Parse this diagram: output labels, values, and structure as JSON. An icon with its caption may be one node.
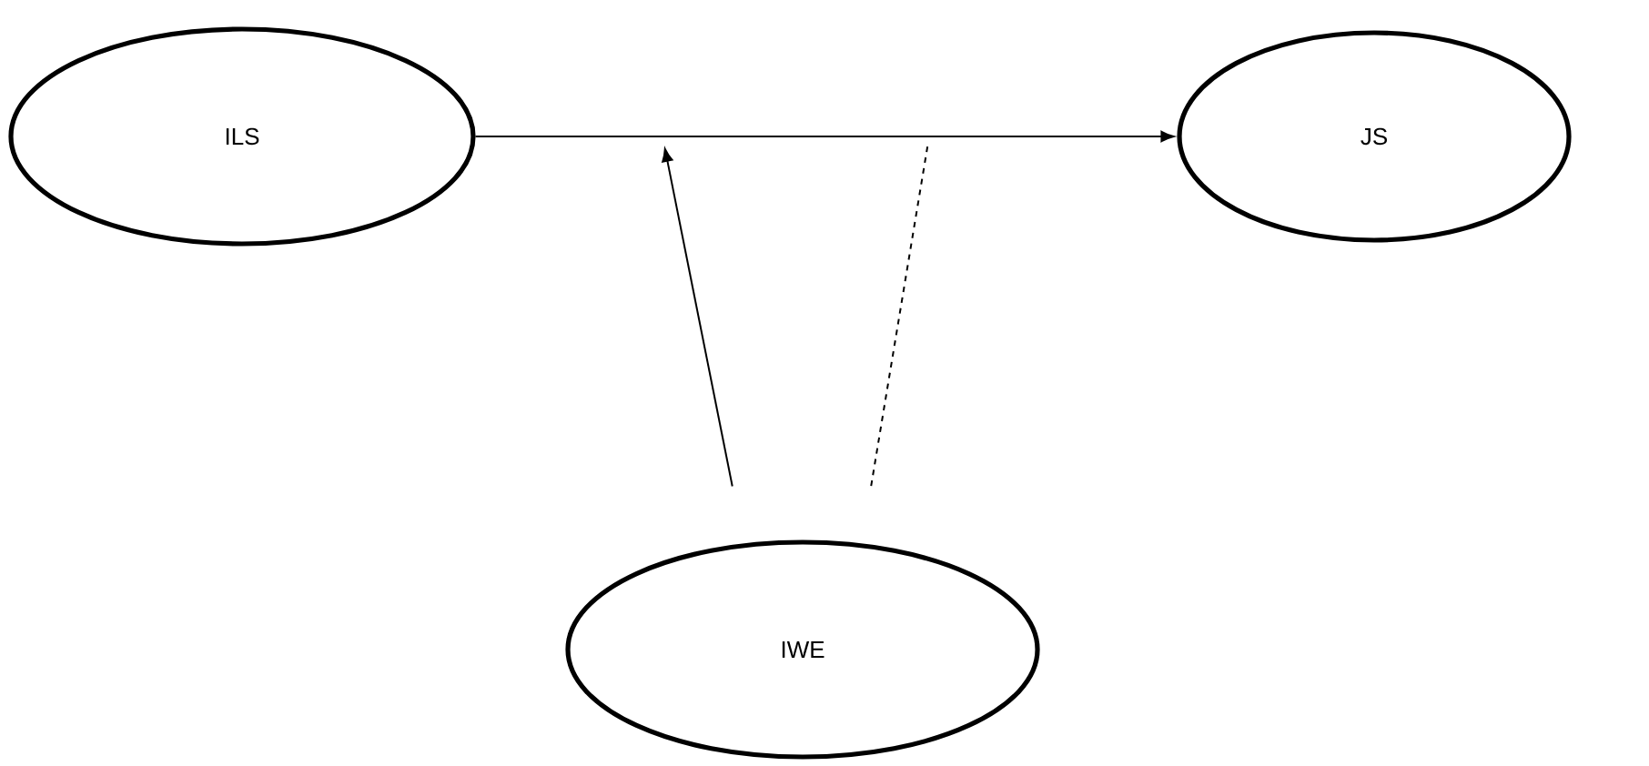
{
  "diagram": {
    "nodes": [
      {
        "text": [
          "ILS"
        ]
      },
      {
        "text": [
          "JS"
        ]
      },
      {
        "text": [
          "IWE"
        ]
      }
    ],
    "edges": [
      {
        "from": 0,
        "to": 1,
        "arrow": "to"
      },
      {
        "from": 2,
        "to": null,
        "arrow": "to"
      },
      {
        "from": 2,
        "to": null,
        "arrow": "none",
        "style": "dashed"
      }
    ]
  }
}
